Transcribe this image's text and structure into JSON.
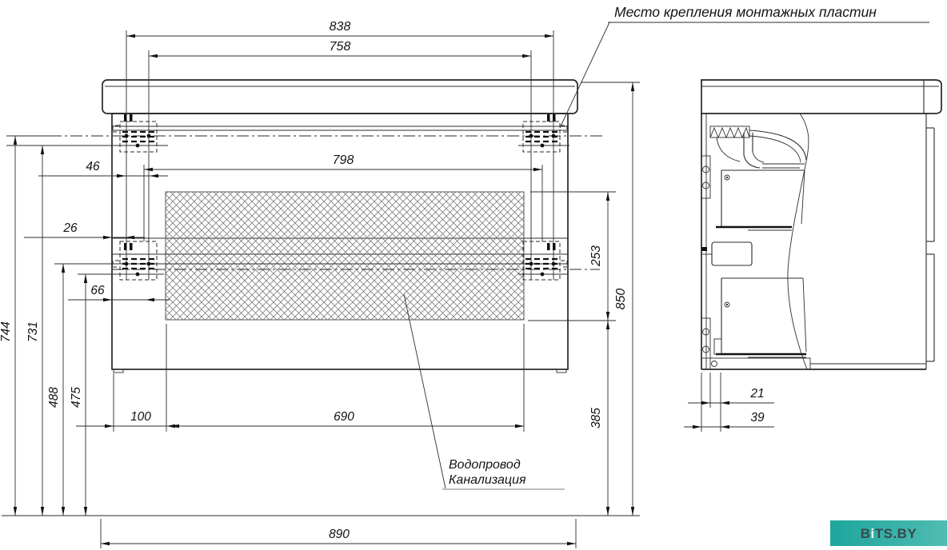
{
  "notes": {
    "mounting": "Место крепления монтажных пластин",
    "utilities_line1": "Водопровод",
    "utilities_line2": "Канализация"
  },
  "front_dims": {
    "top_outer": "838",
    "top_inner": "758",
    "plate_row_width": "798",
    "screw_spacing": "46",
    "edge_to_screw": "26",
    "edge_to_plate": "66",
    "height_total": "744",
    "height_inner": "731",
    "height_lower_plate": "488",
    "height_lower_screw": "475",
    "bottom_offset": "100",
    "opening_width": "690",
    "overall_width": "890",
    "opening_height": "253",
    "bottom_height": "385",
    "overall_height": "850"
  },
  "side_dims": {
    "plate_thickness": "21",
    "wall_gap": "39"
  },
  "watermark": {
    "b": "B",
    "i": "i",
    "tsby": "TS.BY"
  },
  "colors": {
    "teal_dark": "#1ea59c",
    "teal_light": "#4fbcb2",
    "line": "#2b2b2b"
  }
}
